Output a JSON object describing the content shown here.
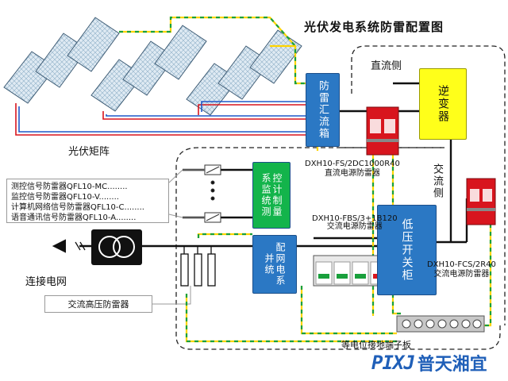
{
  "title": "光伏发电系统防雷配置图",
  "zones": {
    "dc_side": "直流侧",
    "ac_side": "交流侧",
    "pv_array": "光伏矩阵",
    "grid": "连接电网"
  },
  "boxes": {
    "combiner": "防雷汇流箱",
    "inverter": "逆变器",
    "monitor": "控计制量系监统测",
    "grid_system": "配网电系并统",
    "lv_cabinet": "低压开关柜"
  },
  "devices": {
    "dc_spd": {
      "model": "DXH10-FS/2DC1000R40",
      "desc": "直流电源防雷器"
    },
    "power_spd": {
      "model": "DXH10-FBS/3+1B120",
      "desc": "交流电源防雷器"
    },
    "ac_spd": {
      "model": "DXH10-FCS/2R40",
      "desc": "交流电源防雷器"
    }
  },
  "signal_spds": [
    "测控信号防雷器QFL10-MC........",
    "监控信号防雷器QFL10-V........",
    "计算机网络信号防雷器QFL10-C........",
    "语音通讯信号防雷器QFL10-A........"
  ],
  "hv_spd_label": "交流高压防雷器",
  "ground_bar_label": "等电位接地端子板",
  "logo": {
    "mark": "PIXJ",
    "text": "普天湘宜"
  },
  "colors": {
    "blue_box": "#2b78c4",
    "green_box": "#13b44b",
    "yellow_box": "#ffff1a",
    "ground_wire": "#ffd400",
    "spd_red": "#d8151e"
  }
}
